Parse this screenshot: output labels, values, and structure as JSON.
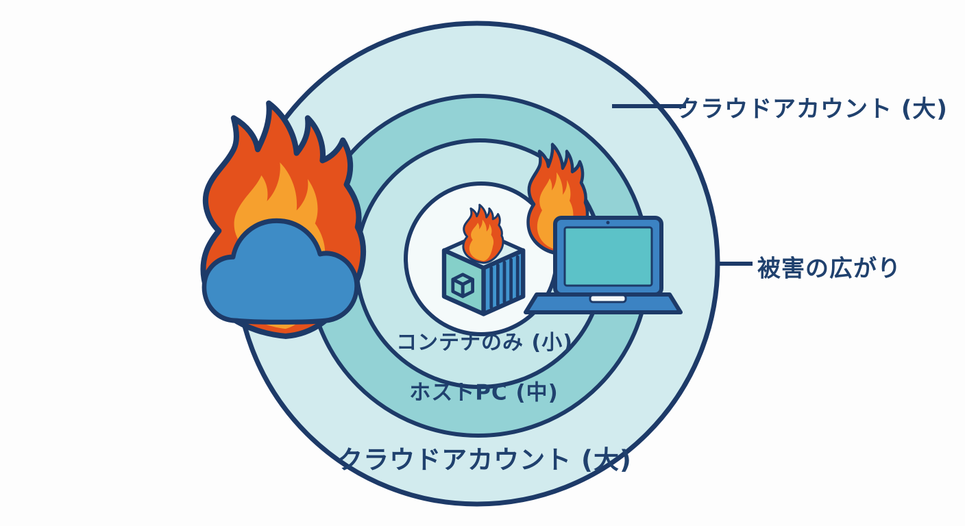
{
  "callouts": {
    "outer": "クラウドアカウント (大)",
    "axis": "被害の広がり"
  },
  "rings": [
    {
      "id": "container",
      "label": "コンテナのみ (小)"
    },
    {
      "id": "host_pc",
      "label": "ホストPC (中)"
    },
    {
      "id": "cloud_account",
      "label": "クラウドアカウント (大)"
    }
  ],
  "icons": [
    {
      "name": "burning-cloud-icon"
    },
    {
      "name": "burning-container-icon"
    },
    {
      "name": "burning-laptop-icon"
    }
  ],
  "colors": {
    "outline_navy": "#1d3a68",
    "text_navy": "#20416e",
    "bg": "#fdfdfd",
    "ring_outer_fill": "#d2ebee",
    "ring_band_fill": "#93d2d5",
    "ring_inner_fill": "#c5e7e9",
    "core_fill": "#f4fafa",
    "flame_red": "#e4511c",
    "flame_orange": "#f6a02e",
    "cloud_blue": "#3e8cc6",
    "laptop_blue": "#3c83c3",
    "screen_teal": "#5cc2c8",
    "container_left": "#85d0c9",
    "container_right": "#4195cf",
    "container_top": "#d8eef0"
  }
}
